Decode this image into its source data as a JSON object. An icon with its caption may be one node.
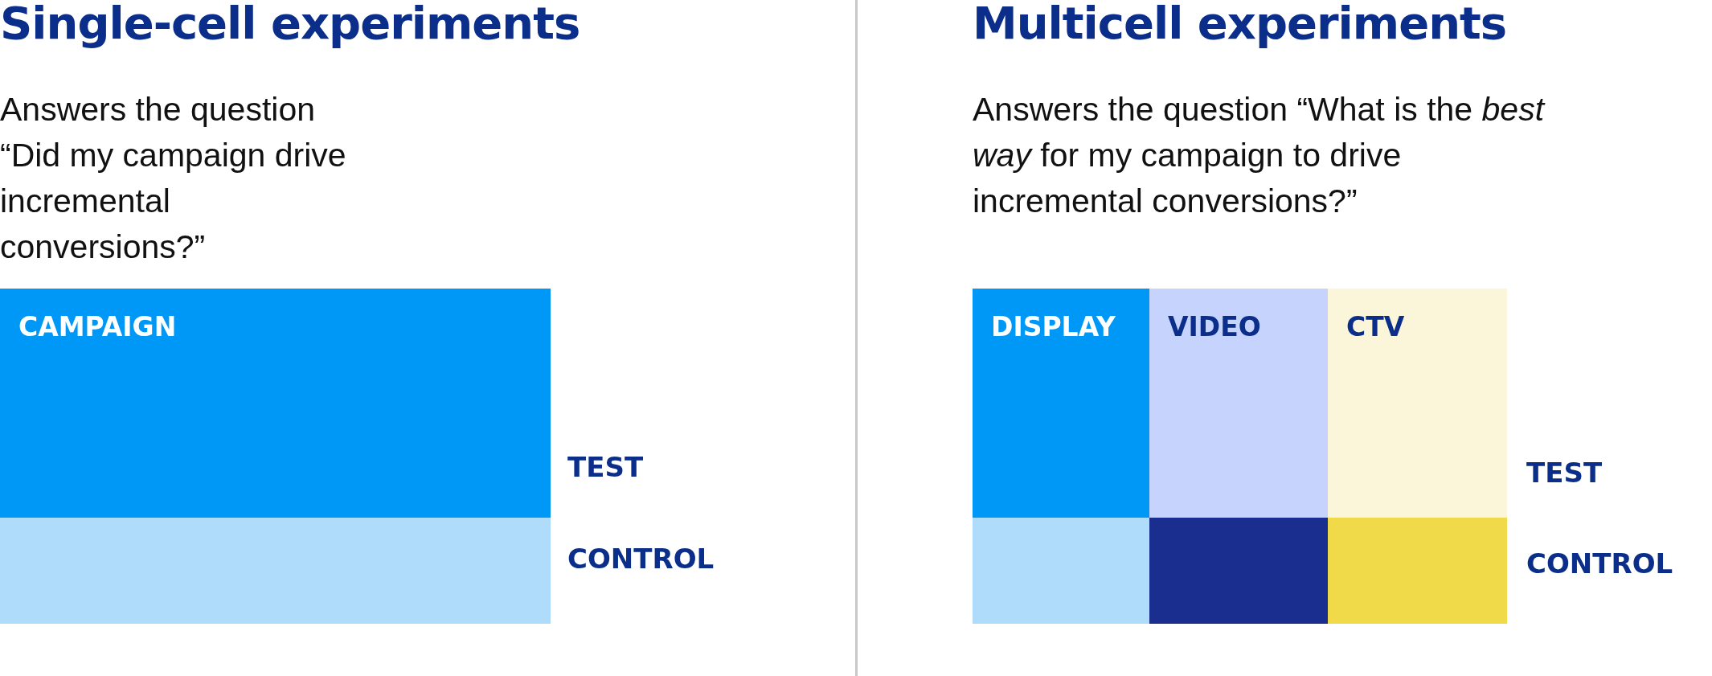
{
  "diagram": {
    "nodes": [
      {
        "text": [
          "CAMPAIGN"
        ]
      },
      {
        "text": [],
        "shape": "box"
      },
      {
        "text": [
          "DISPLAY"
        ]
      },
      {
        "text": [
          "VIDEO"
        ]
      },
      {
        "text": [
          "CTV"
        ]
      },
      {
        "text": [],
        "shape": "box"
      },
      {
        "text": [],
        "shape": "box"
      },
      {
        "text": [],
        "shape": "box"
      }
    ],
    "labels": [
      "Single-cell experiments",
      "Answers the question “Did my campaign drive incremental conversions?”",
      "TEST",
      "CONTROL",
      "Multicell experiments",
      "Answers the question “What is the *best way* for my campaign to drive incremental conversions?”",
      "TEST",
      "CONTROL"
    ]
  }
}
